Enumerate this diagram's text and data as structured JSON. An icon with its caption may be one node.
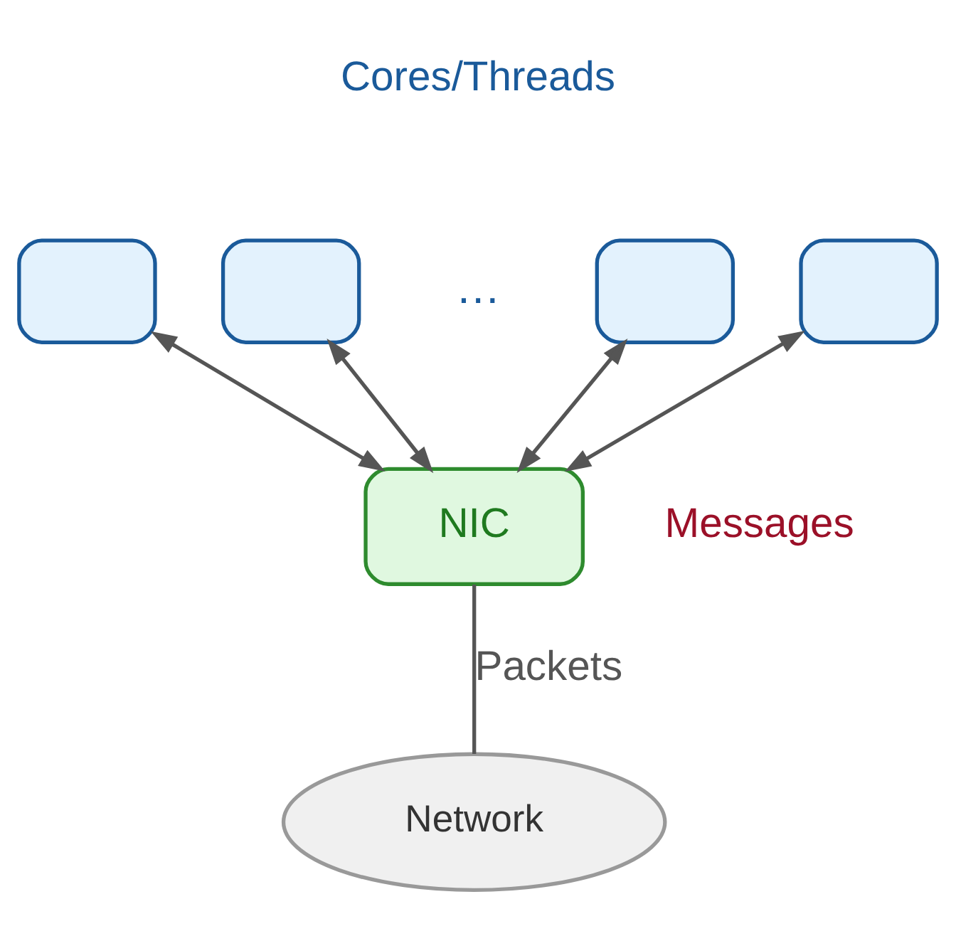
{
  "diagram": {
    "nodes": [
      {
        "text": [],
        "shape": "box"
      },
      {
        "text": [],
        "shape": "box"
      },
      {
        "text": [],
        "shape": "box"
      },
      {
        "text": [],
        "shape": "box"
      },
      {
        "text": [
          "NIC"
        ]
      },
      {
        "text": [
          "Network"
        ]
      }
    ],
    "edges": [
      {
        "from": 0,
        "to": 4,
        "arrow": "both"
      },
      {
        "from": 1,
        "to": 4,
        "arrow": "both"
      },
      {
        "from": 2,
        "to": 4,
        "arrow": "both"
      },
      {
        "from": 3,
        "to": 4,
        "arrow": "both"
      },
      {
        "from": 4,
        "to": 5,
        "arrow": "none",
        "label": "Packets"
      }
    ],
    "labels": [
      "Cores/Threads",
      "…",
      "Messages"
    ]
  }
}
